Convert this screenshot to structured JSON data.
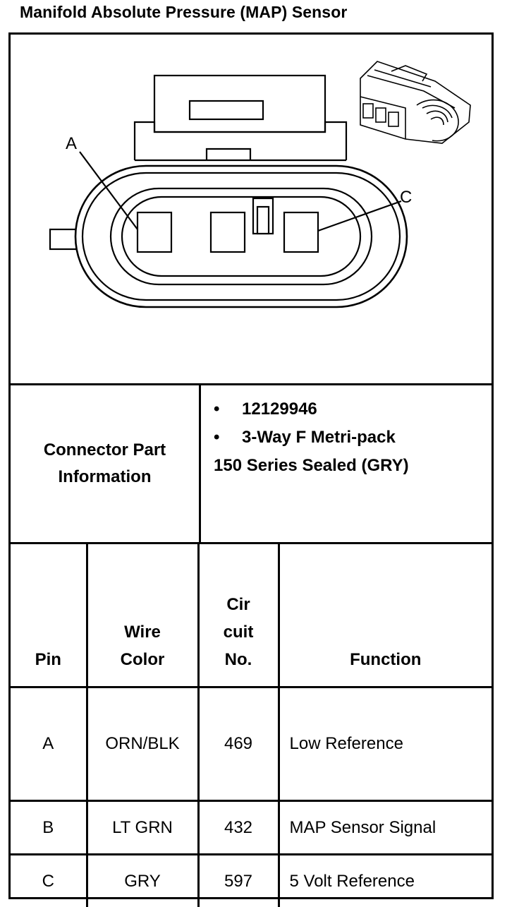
{
  "title": "Manifold Absolute Pressure (MAP) Sensor",
  "diagram": {
    "label_a": "A",
    "label_c": "C"
  },
  "connector_info": {
    "label_line1": "Connector Part",
    "label_line2": "Information",
    "bullet_symbol": "•",
    "part_number": "12129946",
    "connector_type": "3-Way F Metri-pack",
    "series": "150 Series Sealed (GRY)"
  },
  "pin_table": {
    "headers": {
      "pin": "Pin",
      "wire_color_line1": "Wire",
      "wire_color_line2": "Color",
      "circuit_line1": "Cir",
      "circuit_line2": "cuit",
      "circuit_line3": "No.",
      "function": "Function"
    },
    "rows": [
      {
        "pin": "A",
        "wire_color": "ORN/BLK",
        "circuit": "469",
        "function": "Low Reference"
      },
      {
        "pin": "B",
        "wire_color": "LT GRN",
        "circuit": "432",
        "function": "MAP Sensor Signal"
      },
      {
        "pin": "C",
        "wire_color": "GRY",
        "circuit": "597",
        "function": "5 Volt Reference"
      }
    ]
  }
}
